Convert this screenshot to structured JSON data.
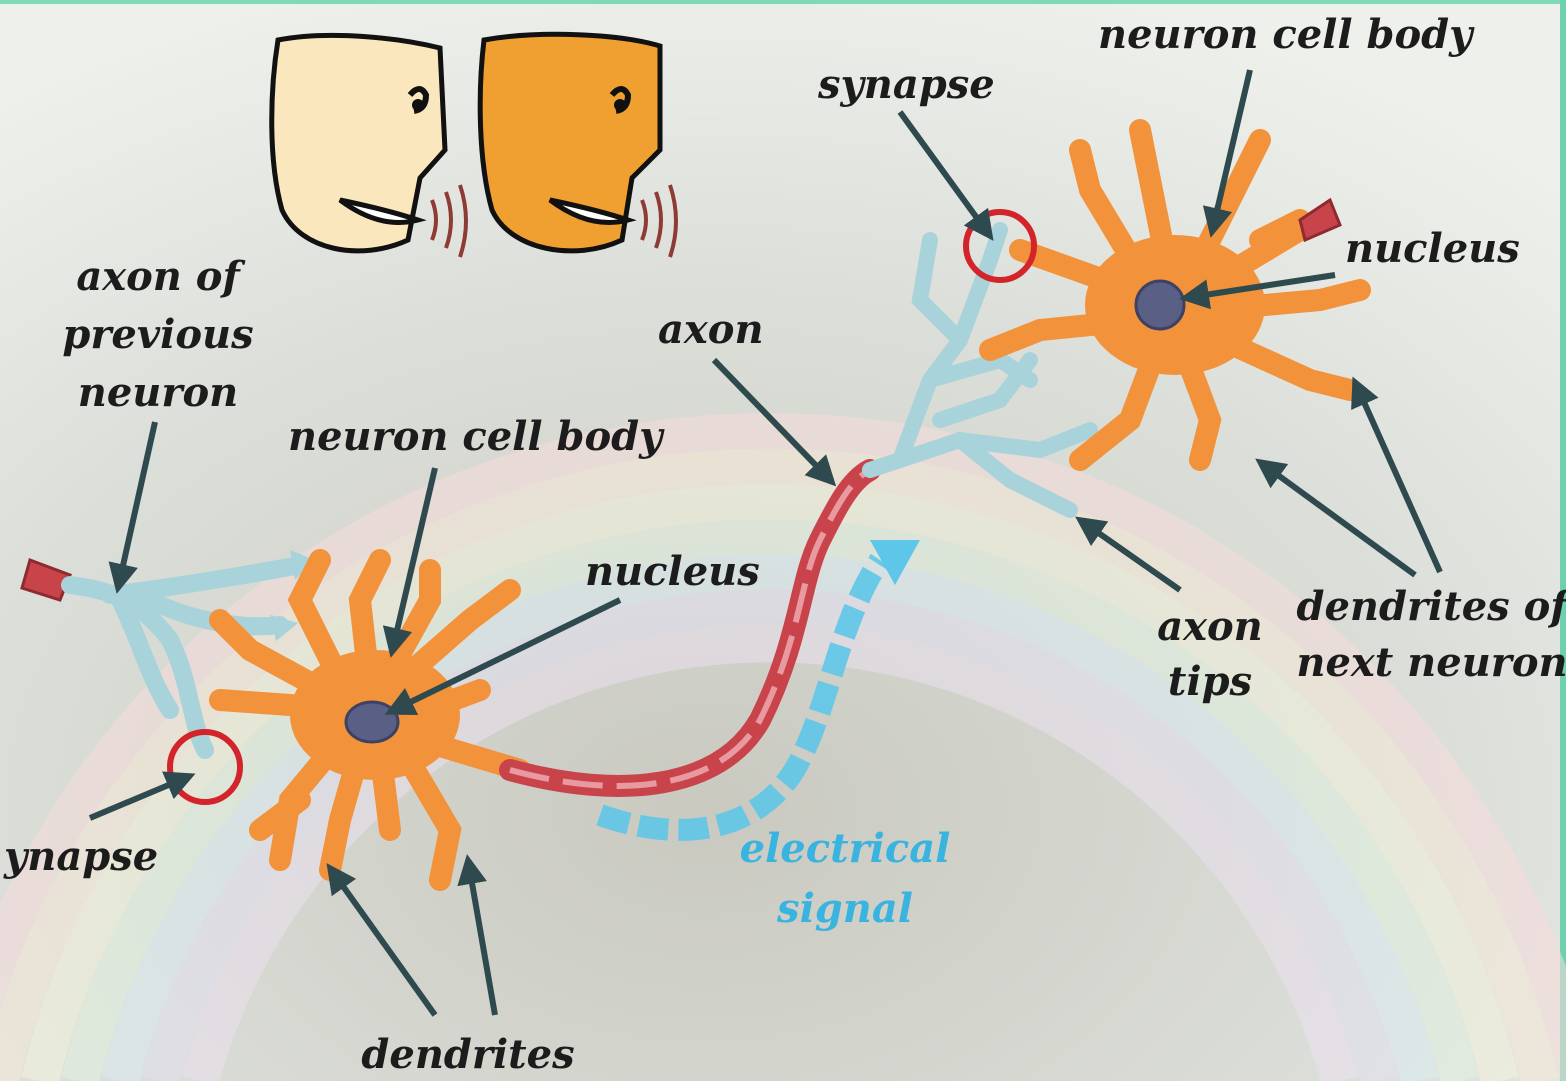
{
  "labels": {
    "neuron_cell_body_top": "neuron cell body",
    "synapse_top": "synapse",
    "nucleus_right": "nucleus",
    "axon": "axon",
    "axon_of_previous_neuron": [
      "axon of",
      "previous",
      "neuron"
    ],
    "neuron_cell_body_left": "neuron cell body",
    "nucleus_left": "nucleus",
    "synapse_left": "ynapse",
    "axon_tips": [
      "axon",
      "tips"
    ],
    "dendrites_of_next_neuron": [
      "dendrites of",
      "next neuron"
    ],
    "electrical_signal": [
      "electrical",
      "signal"
    ],
    "dendrites": "dendrites"
  },
  "colors": {
    "neuron_body": "#f2923a",
    "nucleus": "#5a5f86",
    "axon_sheath": "#c9434b",
    "axon_terminal": "#a9d3da",
    "signal_arrow": "#5ec6e8",
    "synapse_ring": "#d2242a",
    "face_light": "#fbe7bd",
    "face_dark": "#f0a030",
    "arrow": "#2f4a4e"
  },
  "icons": [
    "talking-faces-icon"
  ]
}
